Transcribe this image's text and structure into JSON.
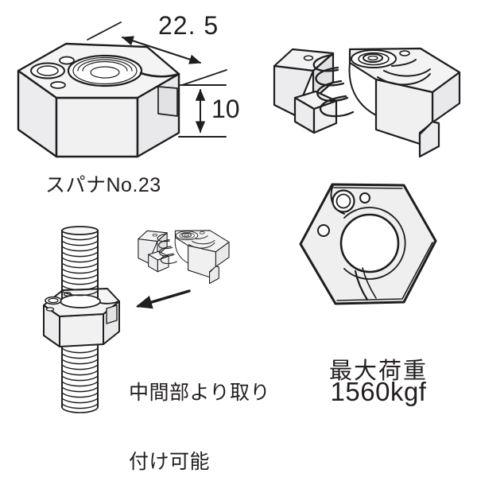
{
  "annotations": {
    "width_dimension": "22. 5",
    "height_dimension": "10",
    "spanner_label": "スパナNo.23",
    "install_note_line1": "中間部より取り",
    "install_note_line2": "付け可能",
    "max_load_label": "最大荷重",
    "max_load_value": "1560kgf"
  },
  "icons": {
    "install_arrow": "left-pointing-solid-arrow",
    "width_arrow": "double-ended-diagonal-dimension-arrow",
    "height_arrow": "double-ended-vertical-dimension-arrow"
  },
  "colors": {
    "background": "#ffffff",
    "line": "#1f1d1e",
    "face": "#f1f1f2",
    "face_shaded": "#e7e7e9",
    "face_dark": "#dfdfe2",
    "text": "#221e1f"
  }
}
